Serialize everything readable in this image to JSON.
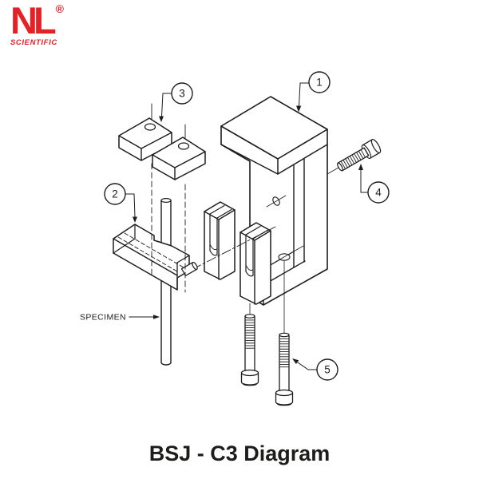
{
  "logo": {
    "name": "NL",
    "registered": "®",
    "tagline": "SCIENTIFIC",
    "brand_color": "#e32228"
  },
  "diagram": {
    "title": "BSJ - C3 Diagram",
    "specimen_label": "SPECIMEN",
    "ink_color": "#1c1c1c",
    "callouts": [
      {
        "num": "1"
      },
      {
        "num": "2"
      },
      {
        "num": "3"
      },
      {
        "num": "4"
      },
      {
        "num": "5"
      }
    ]
  }
}
